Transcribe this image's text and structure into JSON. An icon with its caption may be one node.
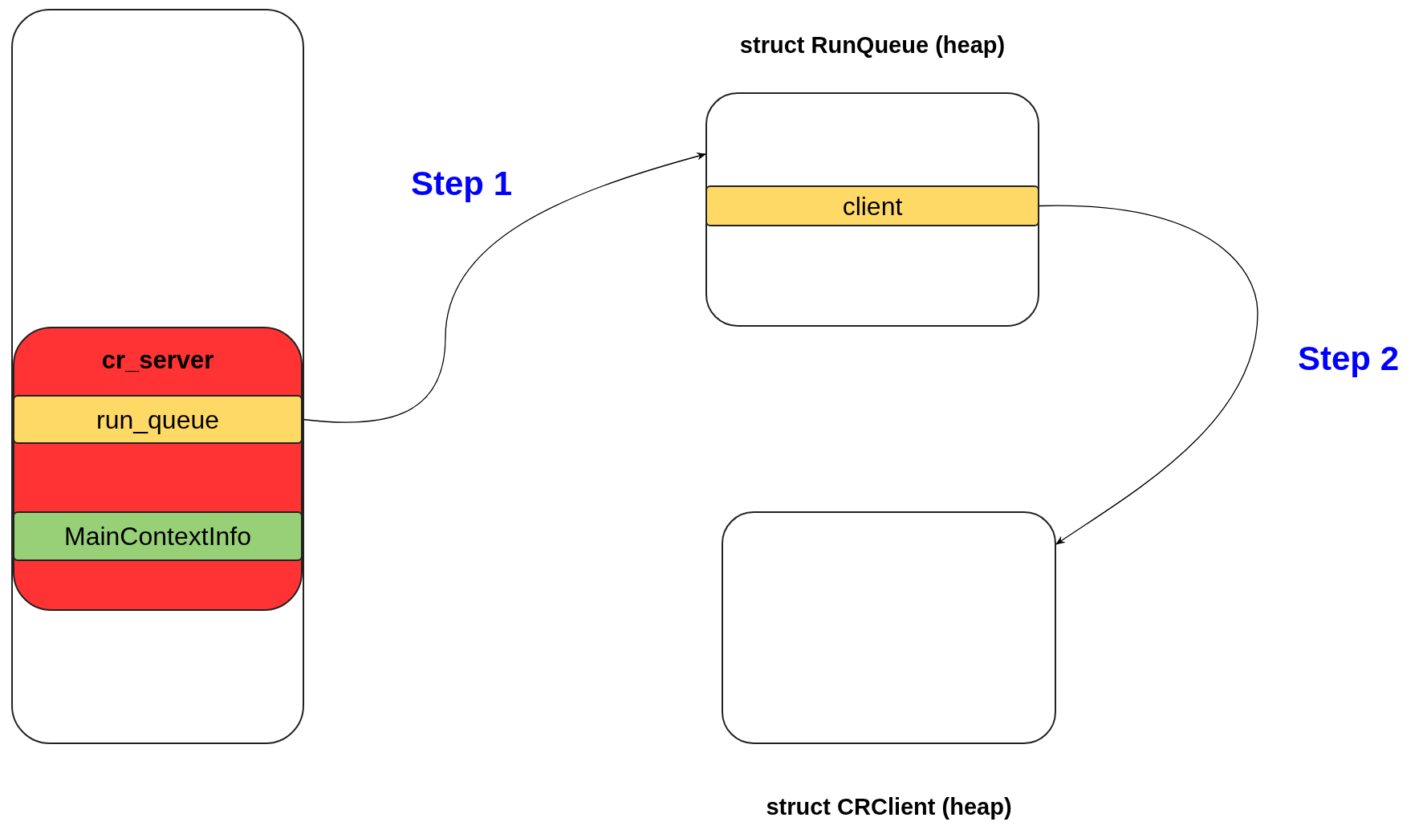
{
  "diagram": {
    "nodes": [
      {
        "text": [],
        "shape": "box"
      },
      {
        "text": [
          "cr_server"
        ],
        "in": 0
      },
      {
        "text": [
          "run_queue"
        ],
        "in": 1
      },
      {
        "text": [
          "MainContextInfo"
        ],
        "in": 1
      },
      {
        "text": [
          "struct RunQueue (heap)"
        ]
      },
      {
        "text": [
          "client"
        ],
        "in": 4
      },
      {
        "text": [
          "struct CRClient (heap)"
        ]
      }
    ],
    "edges": [
      {
        "from": 2,
        "to": 4,
        "arrow": "to",
        "label": "Step 1"
      },
      {
        "from": 5,
        "to": 6,
        "arrow": "to",
        "label": "Step 2"
      }
    ]
  }
}
